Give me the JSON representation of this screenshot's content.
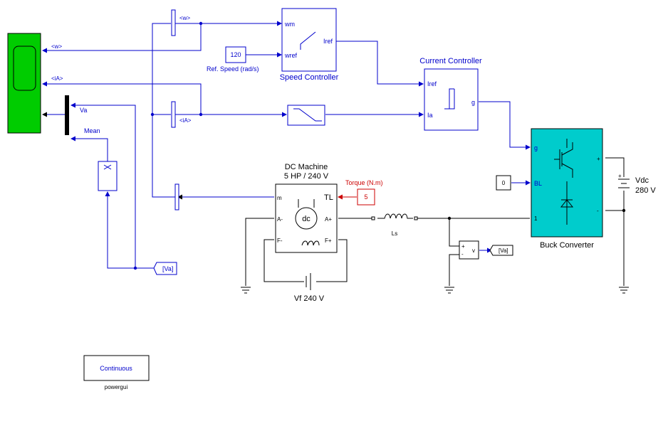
{
  "blocks": {
    "speed_controller": {
      "title": "Speed Controller",
      "in1": "wm",
      "in2": "wref",
      "out": "Iref"
    },
    "ref_speed": {
      "value": "120",
      "label": "Ref. Speed (rad/s)"
    },
    "current_controller": {
      "title": "Current Controller",
      "in1": "Iref",
      "in2": "Ia",
      "out": "g"
    },
    "dc_machine": {
      "title": "DC Machine",
      "subtitle": "5 HP / 240 V",
      "port_m": "m",
      "port_tl": "TL",
      "port_am": "A-",
      "port_ap": "A+",
      "port_fm": "F-",
      "port_fp": "F+",
      "symbol": "dc"
    },
    "torque": {
      "value": "5",
      "label": "Torque (N.m)"
    },
    "field_source": {
      "label": "Vf 240 V"
    },
    "inductor": {
      "label": "Ls"
    },
    "buck": {
      "title": "Buck Converter",
      "port_g": "g",
      "port_bl": "BL",
      "port_1": "1",
      "port_plus": "+",
      "port_minus": "-"
    },
    "bl_const": {
      "value": "0"
    },
    "dc_source": {
      "label1": "Vdc",
      "label2": "280 V"
    },
    "voltmeter": {
      "plus": "+",
      "minus": "-",
      "out": "v"
    },
    "goto_va": {
      "tag": "[Va]"
    },
    "from_va": {
      "tag": "[Va]"
    },
    "mean": {
      "label": "Mean"
    },
    "powergui": {
      "mode": "Continuous",
      "label": "powergui"
    }
  },
  "signals": {
    "w": "<w>",
    "ia": "<iA>",
    "va": "Va"
  },
  "colors": {
    "scope": "#00cc00",
    "buck": "#00cccc",
    "signal": "#0000cc",
    "torque": "#cc0000"
  }
}
